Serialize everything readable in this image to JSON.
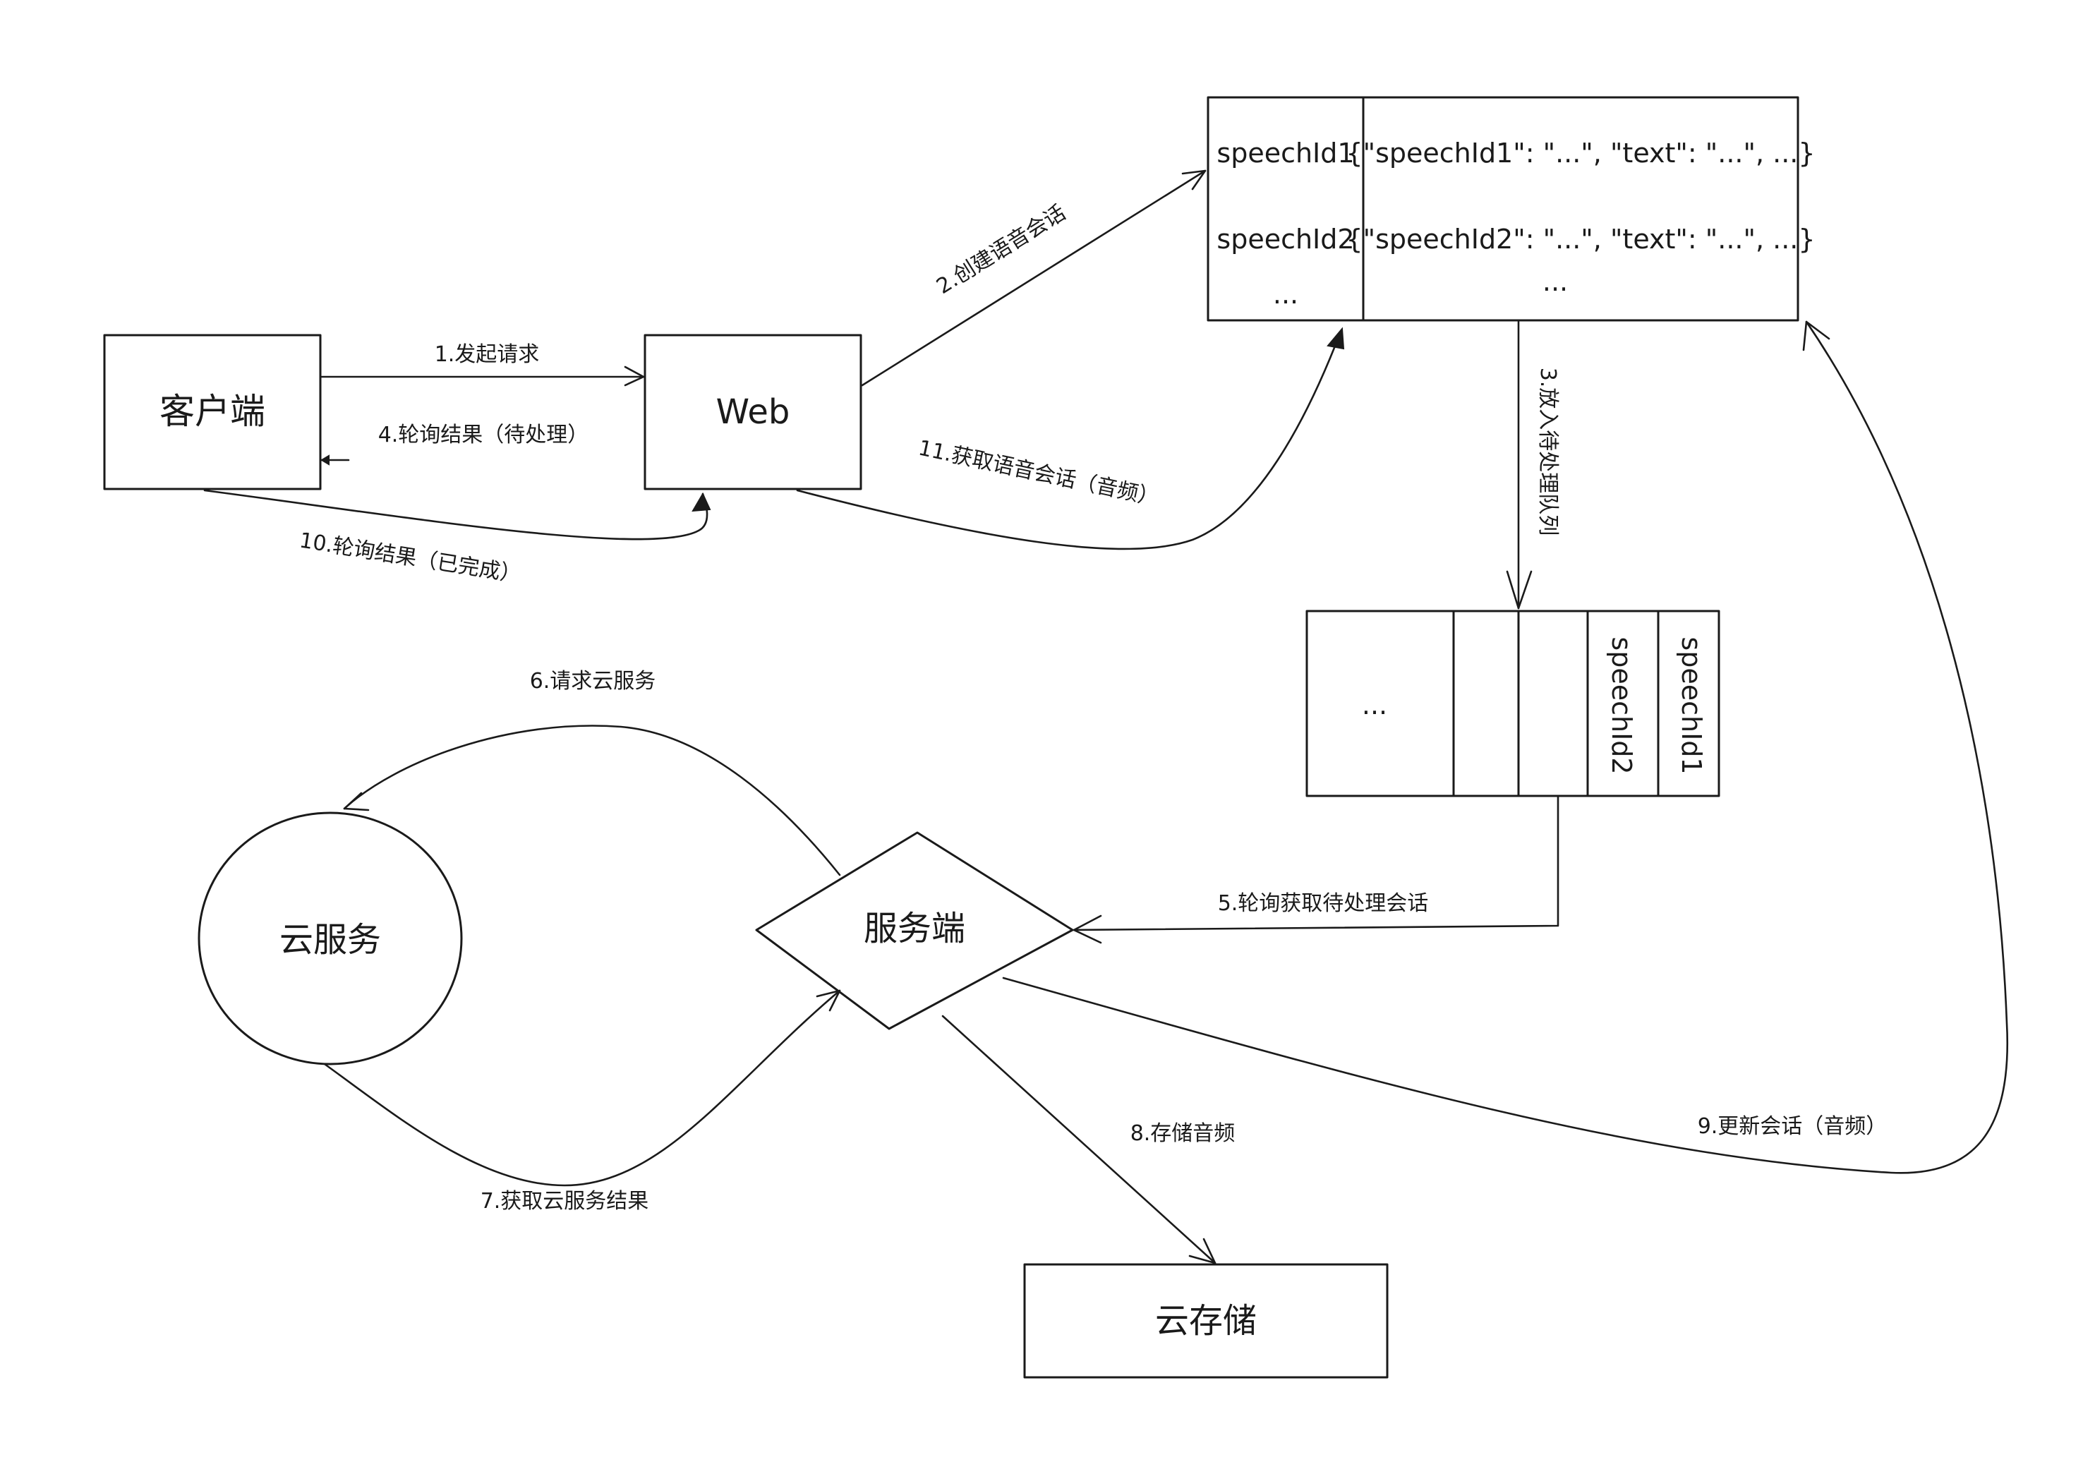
{
  "nodes": {
    "client": "客户端",
    "web": "Web",
    "cloud_service": "云服务",
    "server": "服务端",
    "cloud_storage": "云存储",
    "session_store": {
      "keys": [
        "speechId1",
        "speechId2",
        "..."
      ],
      "values": [
        "{\"speechId1\": \"...\", \"text\": \"...\", ...}",
        "{\"speechId2\": \"...\", \"text\": \"...\", ...}",
        "..."
      ]
    },
    "pending_queue": {
      "cells": [
        "...",
        "",
        "",
        "speechId2",
        "speechId1"
      ]
    }
  },
  "edges": {
    "e1": "1.发起请求",
    "e2": "2.创建语音会话",
    "e3": "3.放入待处理队列",
    "e4": "4.轮询结果（待处理）",
    "e5": "5.轮询获取待处理会话",
    "e6": "6.请求云服务",
    "e7": "7.获取云服务结果",
    "e8": "8.存储音频",
    "e9": "9.更新会话（音频）",
    "e10": "10.轮询结果（已完成）",
    "e11": "11.获取语音会话（音频）"
  }
}
